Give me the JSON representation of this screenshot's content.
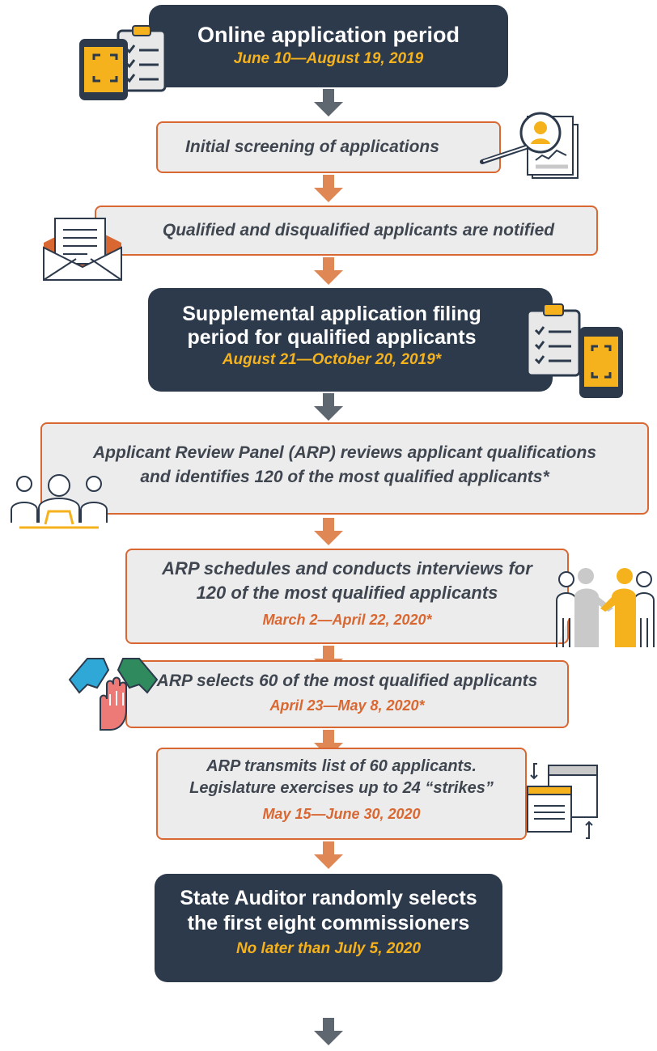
{
  "steps": [
    {
      "title": "Online application period",
      "date": "June 10—August 19, 2019"
    },
    {
      "title": "Initial screening of applications"
    },
    {
      "title": "Qualified and disqualified applicants are notified"
    },
    {
      "title_lines": [
        "Supplemental application filing",
        "period for qualified applicants"
      ],
      "date": "August 21—October 20, 2019*"
    },
    {
      "title_lines": [
        "Applicant Review Panel (ARP) reviews applicant qualifications",
        "and identifies 120 of the most qualified applicants*"
      ]
    },
    {
      "title_lines": [
        "ARP schedules and conducts interviews for",
        "120 of the most qualified applicants"
      ],
      "date": "March 2—April 22, 2020*"
    },
    {
      "title": "ARP selects 60 of the most qualified applicants",
      "date": "April 23—May 8, 2020*"
    },
    {
      "title_lines": [
        "ARP transmits list of 60 applicants.",
        "Legislature exercises up to 24 “strikes”"
      ],
      "date": "May 15—June 30, 2020"
    },
    {
      "title_lines": [
        "State Auditor randomly selects",
        "the first eight commissioners"
      ],
      "date": "No later than July 5, 2020"
    }
  ],
  "colors": {
    "dark_box": "#2c3a4c",
    "accent_orange": "#d96732",
    "accent_yellow": "#f5b21c",
    "light_box": "#ececec",
    "arrow_gray": "#5e6670",
    "arrow_orange": "#e08855"
  },
  "icons": [
    "tablet-clipboard-icon",
    "magnifier-document-icon",
    "envelope-letter-icon",
    "clipboard-tablet-icon",
    "panel-meeting-icon",
    "handshake-icon",
    "hands-together-icon",
    "windows-exchange-icon"
  ]
}
